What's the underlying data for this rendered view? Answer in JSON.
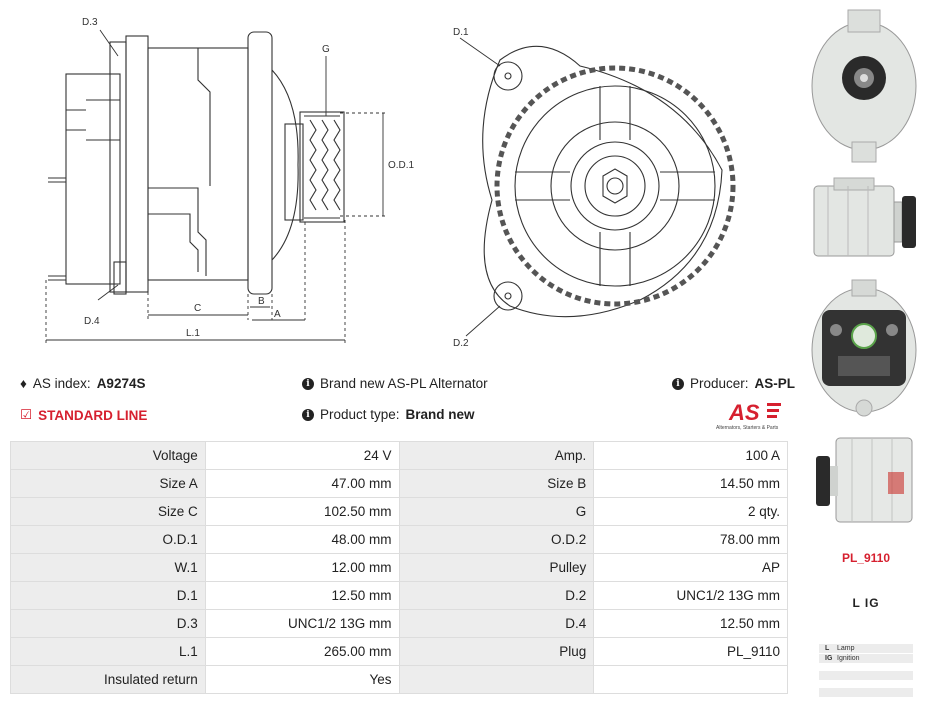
{
  "drawing": {
    "labels": {
      "d3": "D.3",
      "g": "G",
      "od1": "O.D.1",
      "d4": "D.4",
      "c": "C",
      "b": "B",
      "a": "A",
      "l1": "L.1",
      "d1": "D.1",
      "d2": "D.2"
    }
  },
  "info": {
    "as_index_label": "AS index:",
    "as_index_value": "A9274S",
    "standard_line": "STANDARD LINE",
    "brand_text": "Brand new AS-PL Alternator",
    "product_type_label": "Product type:",
    "product_type_value": "Brand new",
    "producer_label": "Producer:",
    "producer_value": "AS-PL"
  },
  "logo": {
    "text": "AS",
    "tagline": "Alternators, Starters & Parts",
    "color": "#d6202f"
  },
  "specs": {
    "rows": [
      [
        {
          "label": "Voltage",
          "value": "24 V"
        },
        {
          "label": "Amp.",
          "value": "100 A"
        }
      ],
      [
        {
          "label": "Size A",
          "value": "47.00 mm"
        },
        {
          "label": "Size B",
          "value": "14.50 mm"
        }
      ],
      [
        {
          "label": "Size C",
          "value": "102.50 mm"
        },
        {
          "label": "G",
          "value": "2 qty."
        }
      ],
      [
        {
          "label": "O.D.1",
          "value": "48.00 mm"
        },
        {
          "label": "O.D.2",
          "value": "78.00 mm"
        }
      ],
      [
        {
          "label": "W.1",
          "value": "12.00 mm"
        },
        {
          "label": "Pulley",
          "value": "AP"
        }
      ],
      [
        {
          "label": "D.1",
          "value": "12.50 mm"
        },
        {
          "label": "D.2",
          "value": "UNC1/2 13G mm"
        }
      ],
      [
        {
          "label": "D.3",
          "value": "UNC1/2 13G mm"
        },
        {
          "label": "D.4",
          "value": "12.50 mm"
        }
      ],
      [
        {
          "label": "L.1",
          "value": "265.00 mm"
        },
        {
          "label": "Plug",
          "value": "PL_9110"
        }
      ],
      [
        {
          "label": "Insulated return",
          "value": "Yes"
        },
        {
          "label": "",
          "value": ""
        }
      ]
    ]
  },
  "sidebar": {
    "plug_name": "PL_9110",
    "plug_pins": "L   IG",
    "legend": [
      {
        "key": "L",
        "text": "Lamp"
      },
      {
        "key": "IG",
        "text": "Ignition"
      }
    ]
  }
}
